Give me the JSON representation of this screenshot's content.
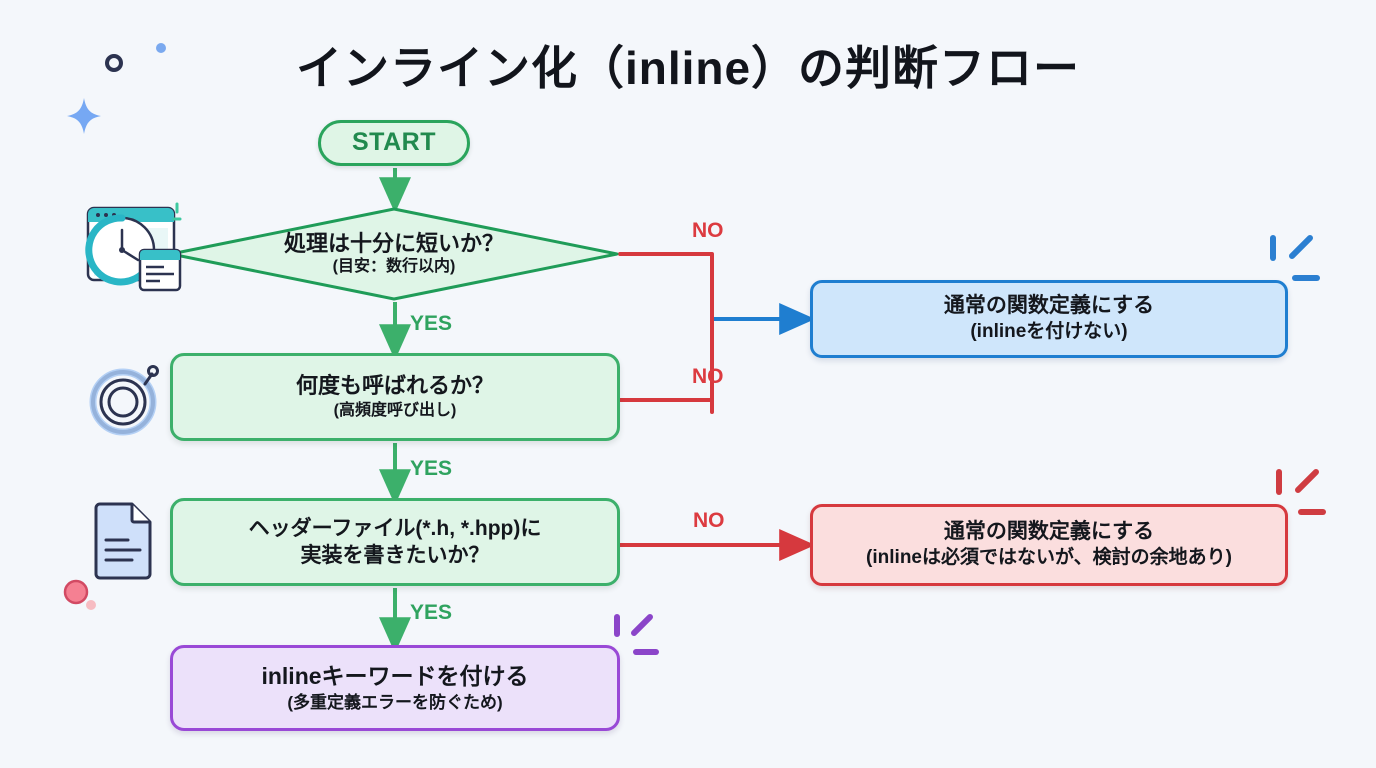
{
  "page": {
    "title": "インライン化（inline）の判断フロー",
    "background_color": "#f4f7fb"
  },
  "colors": {
    "green_border": "#3cb06b",
    "green_fill": "#dff5e7",
    "blue_border": "#1f7ed0",
    "blue_fill": "#cfe6fb",
    "red_border": "#d6393e",
    "red_fill": "#fbdede",
    "purple_border": "#9949d6",
    "purple_fill": "#ece1fa",
    "yes_label": "#2fa35f",
    "no_label": "#dc3b40"
  },
  "nodes": {
    "start": {
      "label": "START"
    },
    "decision1": {
      "main": "処理は十分に短いか？",
      "sub": "(目安：数行以内)"
    },
    "step2": {
      "main": "何度も呼ばれるか？",
      "sub": "(高頻度呼び出し)"
    },
    "step3": {
      "line1": "ヘッダーファイル(*.h, *.hpp)に",
      "line2": "実装を書きたいか？"
    },
    "result_inline": {
      "main": "inlineキーワードを付ける",
      "sub": "(多重定義エラーを防ぐため)"
    },
    "result_blue": {
      "main": "通常の関数定義にする",
      "sub": "(inlineを付けない)"
    },
    "result_red": {
      "main": "通常の関数定義にする",
      "sub": "(inlineは必須ではないが、検討の余地あり)"
    }
  },
  "edges": {
    "yes1": "YES",
    "yes2": "YES",
    "yes3": "YES",
    "no1": "NO",
    "no2": "NO",
    "no3": "NO"
  },
  "decorations": {
    "clock_icon": "clock-browser-icon",
    "loop_icon": "repeat-loop-icon",
    "document_icon": "document-file-icon",
    "sparkle": "sparkle-icon",
    "ring": "ring-icon",
    "dot": "dot-icon"
  }
}
